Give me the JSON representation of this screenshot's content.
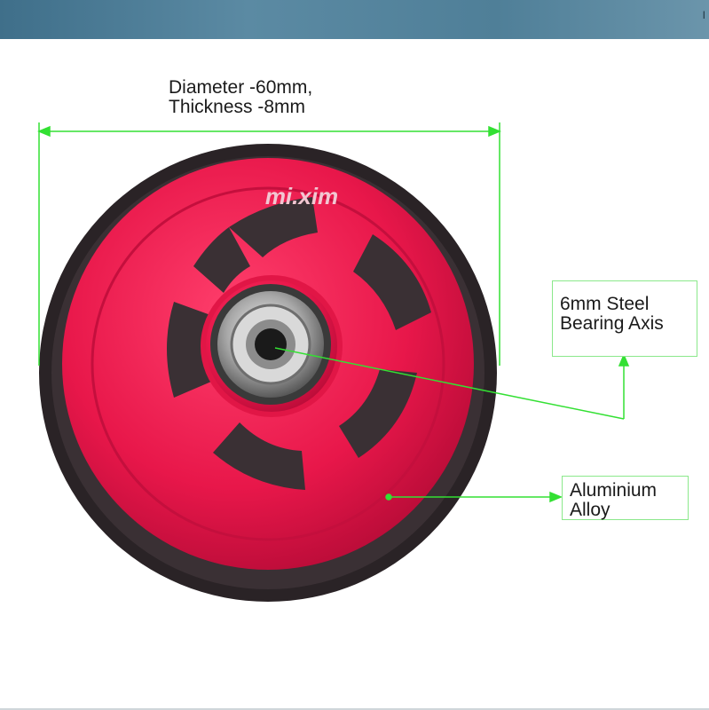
{
  "dimension_label": {
    "line1": "Diameter -60mm,",
    "line2": "Thickness -8mm"
  },
  "callouts": {
    "bearing": {
      "line1": "6mm Steel",
      "line2": "Bearing Axis"
    },
    "alloy": {
      "line1": "Aluminium",
      "line2": "Alloy"
    }
  },
  "brand_logo": "mi.xim",
  "top_band_mark": "I",
  "colors": {
    "wheel_red": "#e8174a",
    "tire_black": "#2a2326",
    "annotation_green": "#33e033",
    "top_band": "#4f7f98"
  }
}
